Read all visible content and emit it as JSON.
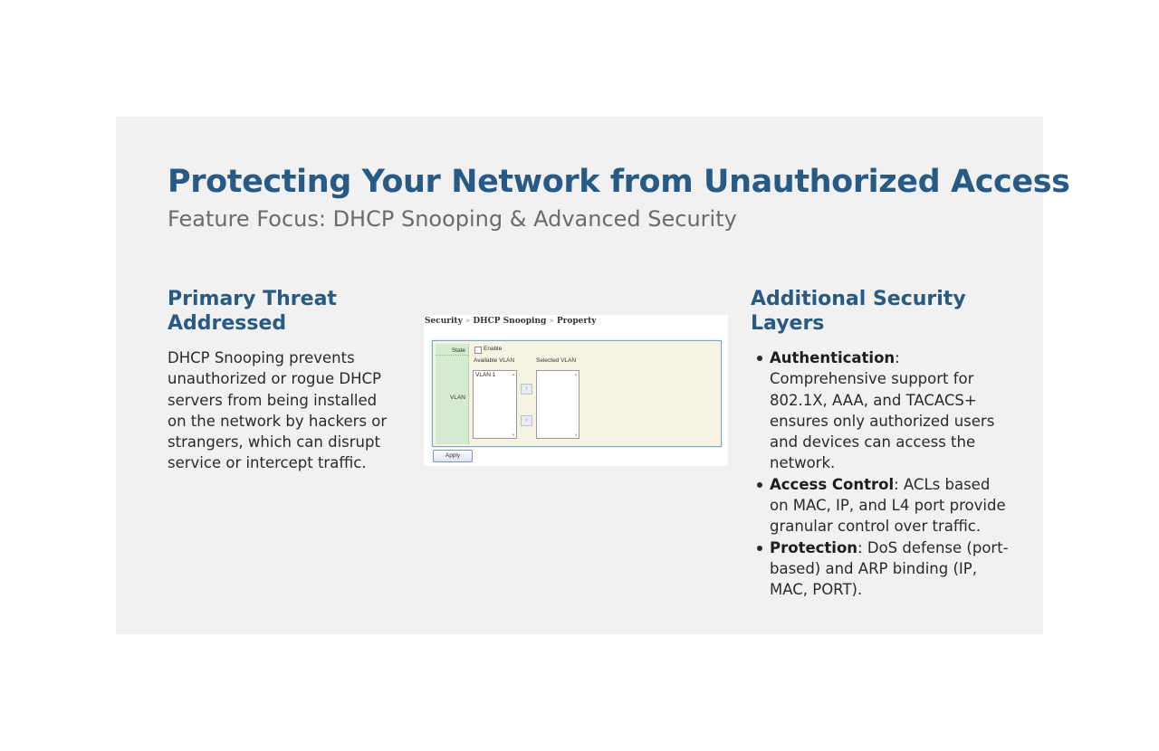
{
  "title": "Protecting Your Network from Unauthorized Access",
  "subtitle": "Feature Focus: DHCP Snooping & Advanced Security",
  "left": {
    "heading": "Primary Threat Addressed",
    "body": "DHCP Snooping prevents unauthorized or rogue DHCP servers from being installed on the network by hackers or strangers, which can disrupt service or intercept traffic."
  },
  "right": {
    "heading": "Additional Security Layers",
    "bullets": [
      {
        "term": "Authentication",
        "sep": ":",
        "text": " Comprehensive support for 802.1X, AAA, and TACACS+ ensures only authorized users and devices can access the network."
      },
      {
        "term": "Access Control",
        "sep": ":",
        "text": " ACLs based on MAC, IP, and L4 port provide granular control over traffic."
      },
      {
        "term": "Protection",
        "sep": ":",
        "text": " DoS defense (port-based) and ARP binding (IP, MAC, PORT)."
      }
    ]
  },
  "screenshot": {
    "breadcrumb": [
      "Security",
      "DHCP Snooping",
      "Property"
    ],
    "breadcrumb_sep": "»",
    "state_label": "State",
    "enable_label": "Enable",
    "vlan_label": "VLAN",
    "available_label": "Available VLAN",
    "selected_label": "Selected VLAN",
    "available_items": [
      "VLAN 1"
    ],
    "apply_label": "Apply",
    "add_arrow": "›",
    "remove_arrow": "‹"
  }
}
